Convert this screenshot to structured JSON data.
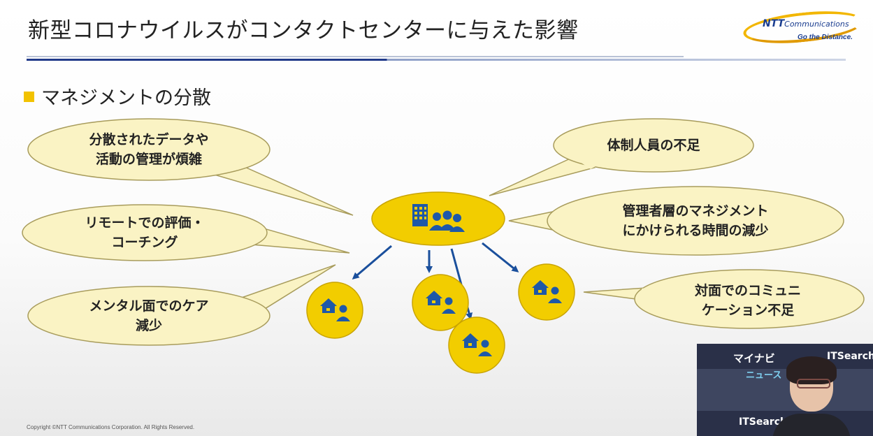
{
  "slide": {
    "title": "新型コロナウイルスがコンタクトセンターに与えた影響",
    "section": "マネジメントの分散",
    "copyright": "Copyright ©NTT Communications Corporation. All Rights Reserved."
  },
  "logo": {
    "brand": "NTT",
    "brand_suffix": "Communications",
    "tagline": "Go the Distance."
  },
  "bubbles": [
    {
      "lines": [
        "分散されたデータや",
        "活動の管理が煩雑"
      ]
    },
    {
      "lines": [
        "リモートでの評価・",
        "コーチング"
      ]
    },
    {
      "lines": [
        "メンタル面でのケア",
        "減少"
      ]
    },
    {
      "lines": [
        "体制人員の不足"
      ]
    },
    {
      "lines": [
        "管理者層のマネジメント",
        "にかけられる時間の減少"
      ]
    },
    {
      "lines": [
        "対面でのコミュニ",
        "ケーション不足"
      ]
    }
  ],
  "icons": {
    "center": "office-building-agents-icon",
    "remote": "home-agent-icon"
  },
  "webcam": {
    "sponsor_left": "マイナビ",
    "sponsor_left_sub": "ニュース",
    "sponsor_right": "ITSearch+"
  },
  "colors": {
    "bubble_fill": "#faf3c4",
    "bubble_stroke": "#a89c5c",
    "circle_fill": "#f2cd00",
    "circle_stroke": "#c9a400",
    "icon_blue": "#1e58a8",
    "arrow_blue": "#1a4f9c"
  }
}
